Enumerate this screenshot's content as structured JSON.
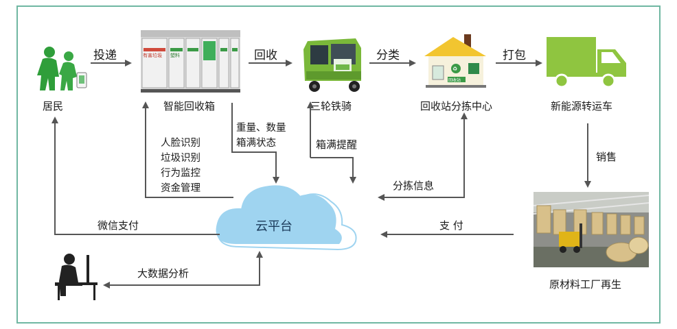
{
  "nodes": {
    "residents": "居民",
    "smart_bin": "智能回收箱",
    "tricycle": "三轮铁骑",
    "sorting_center": "回收站分拣中心",
    "transport_truck": "新能源转运车",
    "factory": "原材料工厂再生",
    "cloud": "云平台"
  },
  "flow_labels": {
    "deliver": "投递",
    "recycle": "回收",
    "sort": "分类",
    "pack": "打包",
    "sell": "销售",
    "weight_status": [
      "重量、数量",
      "箱满状态"
    ],
    "bin_functions": [
      "人脸识别",
      "垃圾识别",
      "行为监控",
      "资金管理"
    ],
    "full_alert": "箱满提醒",
    "sorting_info": "分拣信息",
    "payment": "支 付",
    "wechat_pay": "微信支付",
    "big_data": "大数据分析"
  },
  "bin_panel_texts": [
    "有害垃圾",
    "塑料"
  ],
  "station_sign": "回收站",
  "colors": {
    "border": "#6fb7a2",
    "green_figure": "#2f9e3a",
    "truck_green": "#8fc540",
    "cloud_blue": "#9fd4f0",
    "arrow": "#555555"
  }
}
